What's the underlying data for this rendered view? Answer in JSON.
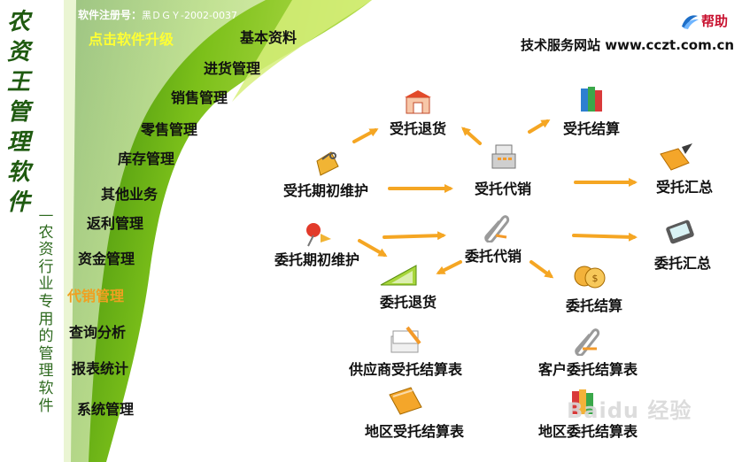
{
  "app": {
    "title_chars": [
      "农",
      "资",
      "王",
      "管",
      "理",
      "软",
      "件"
    ],
    "subtitle_chars": [
      "—",
      "农",
      "资",
      "行",
      "业",
      "专",
      "用",
      "的",
      "管",
      "理",
      "软",
      "件"
    ],
    "registration_label": "软件注册号：",
    "registration_code": "黑ＤＧＹ-2002-0037",
    "upgrade_label": "点击软件升级",
    "help_label": "帮助",
    "website": "技术服务网站 www.cczt.com.cn"
  },
  "menu": {
    "items": [
      {
        "label": "基本资料",
        "active": false
      },
      {
        "label": "进货管理",
        "active": false
      },
      {
        "label": "销售管理",
        "active": false
      },
      {
        "label": "零售管理",
        "active": false
      },
      {
        "label": "库存管理",
        "active": false
      },
      {
        "label": "其他业务",
        "active": false
      },
      {
        "label": "返利管理",
        "active": false
      },
      {
        "label": "资金管理",
        "active": false
      },
      {
        "label": "代销管理",
        "active": true
      },
      {
        "label": "查询分析",
        "active": false
      },
      {
        "label": "报表统计",
        "active": false
      },
      {
        "label": "系统管理",
        "active": false
      }
    ]
  },
  "flow": {
    "accept_return": "受托退货",
    "accept_settle": "受托结算",
    "accept_init": "受托期初维护",
    "accept_consign": "受托代销",
    "accept_summary": "受托汇总",
    "entrust_init": "委托期初维护",
    "entrust_consign": "委托代销",
    "entrust_summary": "委托汇总",
    "entrust_return": "委托退货",
    "entrust_settle": "委托结算",
    "supplier_report": "供应商受托结算表",
    "customer_report": "客户委托结算表",
    "region_accept_report": "地区受托结算表",
    "region_entrust_report": "地区委托结算表"
  },
  "colors": {
    "green_dark": "#3d8a12",
    "green_light": "#a8d622",
    "active_menu": "#f0a020",
    "arrow": "#f5a623",
    "title": "#1f5a10",
    "help_red": "#c8102e"
  },
  "watermark": "Baidu 经验"
}
